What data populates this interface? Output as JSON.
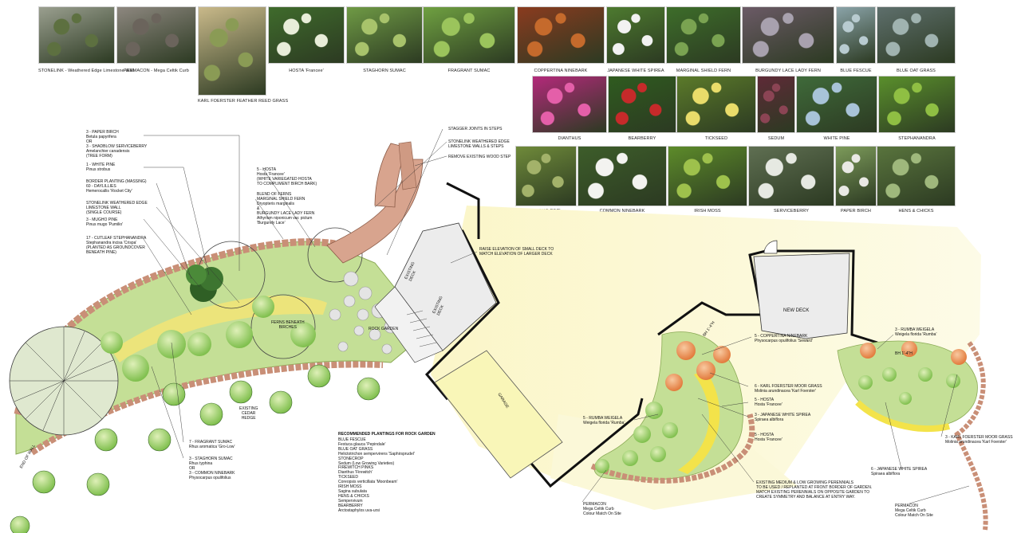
{
  "photos": [
    {
      "id": "stonelink",
      "caption": "STONELINK - Weathered Edge Limestone Wall",
      "color": "#9a9f8f",
      "accent": "#5d7040"
    },
    {
      "id": "permacon",
      "caption": "PERMACON - Mega Celtik Curb",
      "color": "#8d877f",
      "accent": "#6b645c"
    },
    {
      "id": "karl",
      "caption": "KARL FOERSTER FEATHER REED GRASS",
      "color": "#c9b98a",
      "accent": "#8a9b55"
    },
    {
      "id": "hosta",
      "caption": "HOSTA 'Francee'",
      "color": "#3f6b2c",
      "accent": "#e8edd9"
    },
    {
      "id": "staghorn",
      "caption": "STAGHORN SUMAC",
      "color": "#6f9a45",
      "accent": "#a8c36b"
    },
    {
      "id": "fragrant",
      "caption": "FRAGRANT SUMAC",
      "color": "#6fa041",
      "accent": "#9bc45c"
    },
    {
      "id": "coppertina",
      "caption": "COPPERTINA NINEBARK",
      "color": "#8a3b1f",
      "accent": "#c56a2c"
    },
    {
      "id": "jspirea",
      "caption": "JAPANESE WHITE SPIREA",
      "color": "#4d7a2f",
      "accent": "#f2f2f2"
    },
    {
      "id": "marginal",
      "caption": "MARGINAL SHIELD FERN",
      "color": "#3d6d2a",
      "accent": "#7aa351"
    },
    {
      "id": "burgundy",
      "caption": "BURGUNDY LACE LADY FERN",
      "color": "#6b5a66",
      "accent": "#a8a1ae"
    },
    {
      "id": "fescue",
      "caption": "BLUE FESCUE",
      "color": "#8aa3a8",
      "accent": "#b8cbd0"
    },
    {
      "id": "oat",
      "caption": "BLUE OAT GRASS",
      "color": "#5e6f6c",
      "accent": "#a0b3b0"
    },
    {
      "id": "dianthus",
      "caption": "DIANTHUS",
      "color": "#b3297a",
      "accent": "#e45fa9"
    },
    {
      "id": "bearberry",
      "caption": "BEARBERRY",
      "color": "#2f5b1f",
      "accent": "#c62a2a"
    },
    {
      "id": "tickseed",
      "caption": "TICKSEED",
      "color": "#5b7a2a",
      "accent": "#e9dc6a"
    },
    {
      "id": "sedum",
      "caption": "SEDUM",
      "color": "#5e2a37",
      "accent": "#8b4454"
    },
    {
      "id": "wpine",
      "caption": "WHITE PINE",
      "color": "#3f6a3a",
      "accent": "#a8c3d8"
    },
    {
      "id": "stephan",
      "caption": "STEPHANANDRA",
      "color": "#5a8f2c",
      "accent": "#8fbf43"
    },
    {
      "id": "mugho",
      "caption": "MUGHO PINE",
      "color": "#6f8a3a",
      "accent": "#a3b26a"
    },
    {
      "id": "ninebark",
      "caption": "COMMON NINEBARK",
      "color": "#3d5d2a",
      "accent": "#f3f3f0"
    },
    {
      "id": "moss",
      "caption": "IRISH MOSS",
      "color": "#5d8b2a",
      "accent": "#9ec14c"
    },
    {
      "id": "serviceberry",
      "caption": "SERVICEBERRY",
      "color": "#5f6f52",
      "accent": "#e6e9e2"
    },
    {
      "id": "birch",
      "caption": "PAPER BIRCH",
      "color": "#7c9a5a",
      "accent": "#e9e9e4"
    },
    {
      "id": "hens",
      "caption": "HENS & CHICKS",
      "color": "#59743d",
      "accent": "#9fb87c"
    }
  ],
  "notes": {
    "birch": "3 - PAPER BIRCH\nBetula papyrifera\nOR\n3 - SHADBLOW SERVICEBERRY\nAmelanchier canadensis\n(TREE FORM)",
    "wpine": "1 - WHITE PINE\nPinus strobus",
    "border": "BORDER PLANTING (MASSING)\n60 - DAYLILLIES\nHemerocallis 'Rocket City'",
    "stonelink": "STONELINK WEATHERED EDGE\nLIMESTONE WALL\n(SINGLE COURSE)",
    "mugho": "3 - MUGHO PINE\nPinus mugo 'Pumilio'",
    "cutleaf": "17 - CUTLEAF STEPHANANDRA\nStephanandra incisa 'Crispa'\n(PLANTED AS GROUNDCOVER\nBENEATH PINE)",
    "hosta5": "5 - HOSTA\nHosta 'Francee'\n(WHITE VARIEGATED HOSTA\nTO COMPLIMENT BIRCH BARK)",
    "ferns": "BLEND OF FERNS\nMARGINAL SHIELD FERN\nDryopteris marginalis\n&\nBURGUNDY LACE LADY FERN\nAthyrium niponicum var. pictum\n'Burgundy Lace'",
    "stagger": "STAGGER JOINTS IN STEPS",
    "stonesteps": "STONELINK WEATHERED EDGE\nLIMESTONE WALLS & STEPS",
    "removestep": "REMOVE EXISTING WOOD STEP",
    "raise": "RAISE ELEVATION OF SMALL DECK TO\nMATCH ELEVATION OF LARGER DECK",
    "fsumac": "7 - FRAGRANT SUMAC\nRhus aromatica 'Gro-Low'",
    "ssumac": "3 - STAGHORN SUMAC\nRhus typhina\nOR\n3 - COMMON NINEBARK\nPhysocarpus opulifolius",
    "rockgarden": "RECOMMENDED PLANTINGS FOR ROCK GARDEN",
    "rocklist": "BLUE FESCUE\nFestuca glauca 'Pepindale'\nBLUE OAT GRASS\nHelictotrichon sempervirens 'Saphirsprudel'\nSTONECROP\nSedum (Low Growing Varieties)\nFIREWITCH PINKS\nDianthus 'Firewitch'\nTICKSEED\nCoreopsis verticillata 'Moonbeam'\nIRISH MOSS\nSagina subulata\nHENS & CHICKS\nSempervivum\nBEARBERRY\nArctostaphylos uva-ursi",
    "coppertina": "5 - COPPERTINA NINEBARK\nPhysocarpus opulifolius 'Seward'",
    "karl6": "6 - KARL FOERSTER MOOR GRASS\nMolinia arundinacea 'Karl Foerster'",
    "hosta5b": "5 - HOSTA\nHosta 'Francee'",
    "jspirea3": "3 - JAPANESE WHITE SPIREA\nSpiraea albiflora",
    "rumba5": "5 - RUMBA WEIGELA\nWeigela florida 'Rumba'",
    "existing": "EXISTING MEDIUM & LOW GROWING PERENNIALS\nTO BE USED / REPLANTED AT FRONT BORDER OF GARDEN.\nMATCH EXISTING PERENNIALS ON OPPOSITE GARDEN TO\nCREATE SYMMETRY AND BALANCE AT ENTRY WAY.",
    "permacon1": "PERMACON\nMega Celtik Curb\nColour Match On Site",
    "rumba3": "3 - RUMBA WEIGELA\nWeigela florida 'Rumba'",
    "hosta5c": "5 - HOSTA\nHosta 'Francee'",
    "karl3": "3 - KARL FOERSTER MOOR GRASS\nMolinia arundinacea 'Karl Foerster'",
    "jspirea6": "6 - JAPANESE WHITE SPIREA\nSpiraea albiflora",
    "permacon2": "PERMACON\nMega Celtik Curb\nColour Match On Site"
  },
  "labels": {
    "newdeck": "NEW DECK",
    "garage": "GARAGE",
    "existingdeck1": "EXISTING\nDECK",
    "existingdeck2": "EXISTING\nDECK",
    "rockgarden": "ROCK GARDEN",
    "fernsbirches": "FERNS BENEATH\nBIRCHES",
    "hedge": "EXISTING\nCEDAR\nHEDGE",
    "endwall": "END OF WALL",
    "bh1": "BH 1'-4\"H",
    "bh2": "BH 1'-4\"H"
  },
  "colors": {
    "bed_green": "#b9d98a",
    "wash_yellow": "#fbf8d2",
    "curb": "#d4a089",
    "orange_plant": "#e8935a",
    "hedge": "#cfe8a8"
  }
}
